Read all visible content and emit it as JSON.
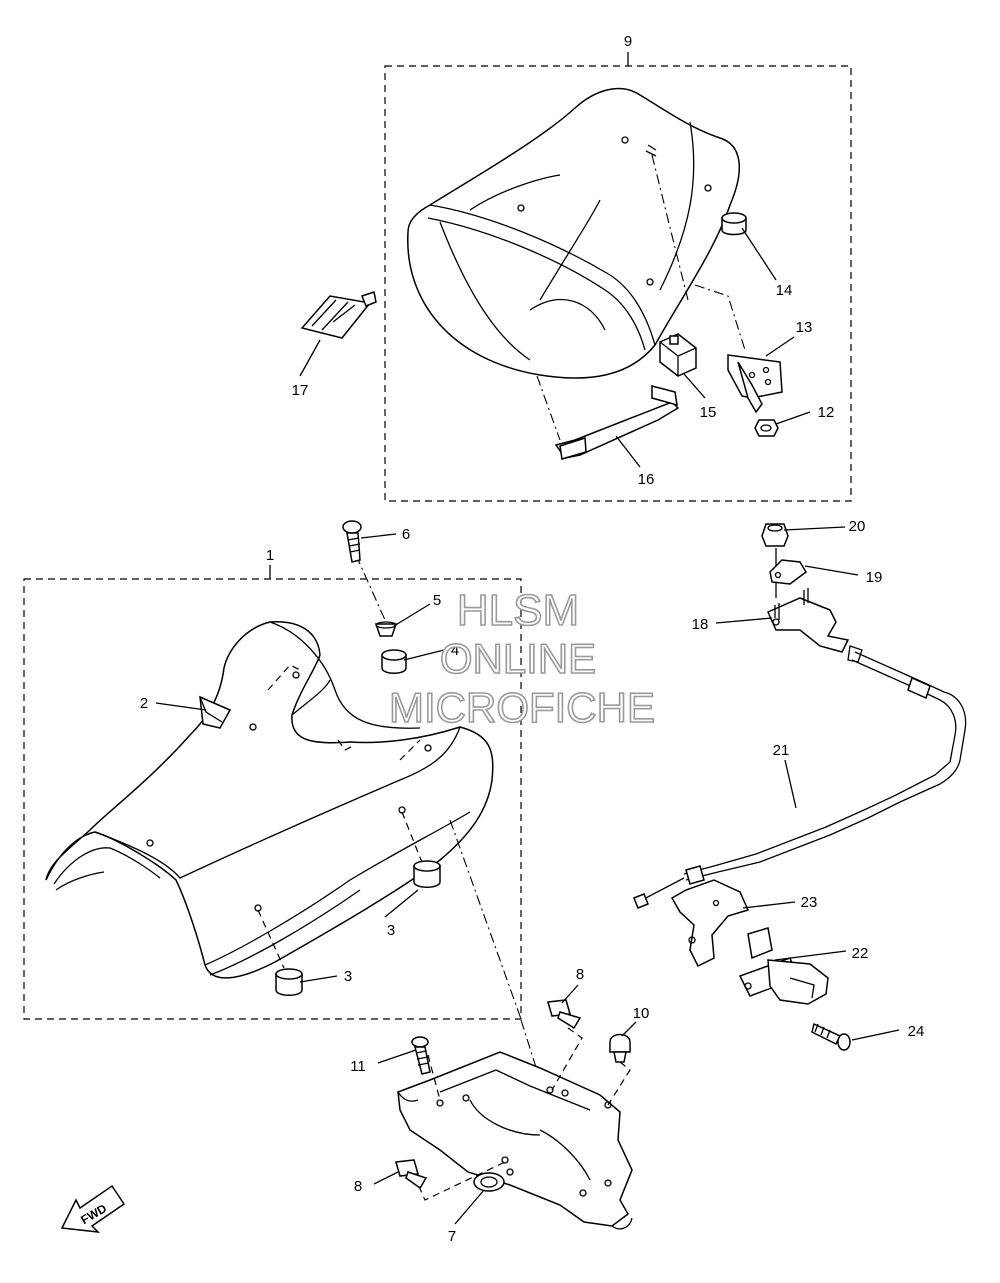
{
  "watermark": {
    "line1": "HLSM",
    "line2": "ONLINE",
    "line3": "MICROFICHE"
  },
  "direction_badge": "FWD",
  "callouts": [
    {
      "id": "1",
      "text": "1"
    },
    {
      "id": "2",
      "text": "2"
    },
    {
      "id": "3a",
      "text": "3"
    },
    {
      "id": "3b",
      "text": "3"
    },
    {
      "id": "4",
      "text": "4"
    },
    {
      "id": "5",
      "text": "5"
    },
    {
      "id": "6",
      "text": "6"
    },
    {
      "id": "7",
      "text": "7"
    },
    {
      "id": "8a",
      "text": "8"
    },
    {
      "id": "8b",
      "text": "8"
    },
    {
      "id": "9",
      "text": "9"
    },
    {
      "id": "10",
      "text": "10"
    },
    {
      "id": "11",
      "text": "11"
    },
    {
      "id": "12",
      "text": "12"
    },
    {
      "id": "13",
      "text": "13"
    },
    {
      "id": "14",
      "text": "14"
    },
    {
      "id": "15",
      "text": "15"
    },
    {
      "id": "16",
      "text": "16"
    },
    {
      "id": "17",
      "text": "17"
    },
    {
      "id": "18",
      "text": "18"
    },
    {
      "id": "19",
      "text": "19"
    },
    {
      "id": "20",
      "text": "20"
    },
    {
      "id": "21",
      "text": "21"
    },
    {
      "id": "22",
      "text": "22"
    },
    {
      "id": "23",
      "text": "23"
    },
    {
      "id": "24",
      "text": "24"
    }
  ]
}
